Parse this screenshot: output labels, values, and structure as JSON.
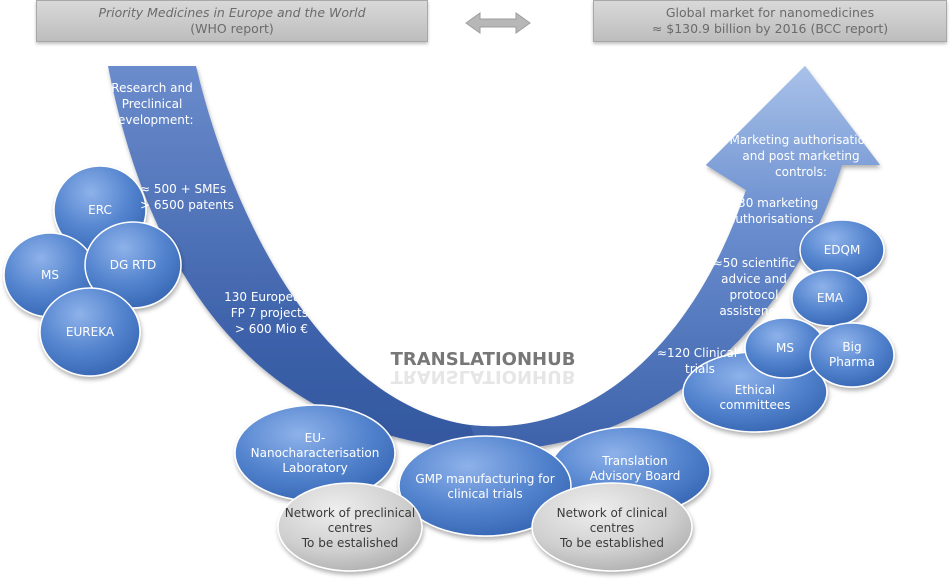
{
  "header_left": {
    "line1": "Priority Medicines in Europe and the World",
    "line2": "(WHO report)"
  },
  "header_right": {
    "line1": "Global market for nanomedicines",
    "line2": "≈ $130.9 billion by 2016 (BCC report)"
  },
  "left_arrow": {
    "research": [
      "Research and",
      "Preclinical",
      "development:"
    ],
    "smes": [
      "≈ 500 + SMEs",
      "> 6500 patents"
    ],
    "fp7": [
      "130 European",
      "FP 7 projects",
      "> 600 Mio €"
    ]
  },
  "right_arrow": {
    "marketing": [
      "Marketing authorisation",
      "and post marketing",
      "controls:"
    ],
    "authorisations": [
      ">30 marketing",
      "authorisations"
    ],
    "advice": [
      "≈50 scientific",
      "advice and",
      "protocol",
      "assistences"
    ],
    "trials": [
      "≈120 Clinical",
      "trials"
    ]
  },
  "hub_title": "TRANSLATIONHUB",
  "left_bubbles": {
    "erc": "ERC",
    "ms": "MS",
    "dg_rtd": "DG RTD",
    "eureka": "EUREKA"
  },
  "right_bubbles": {
    "edqm": "EDQM",
    "ema": "EMA",
    "ms": "MS",
    "big_pharma": [
      "Big",
      "Pharma"
    ],
    "ethical": [
      "Ethical",
      "committees"
    ]
  },
  "bottom_bubbles": {
    "eu_ncl": [
      "EU-",
      "Nanocharacterisation",
      "Laboratory"
    ],
    "gmp": [
      "GMP manufacturing for",
      "clinical trials"
    ],
    "advisory": [
      "Translation",
      "Advisory Board"
    ]
  },
  "grey_bubbles": {
    "preclinical": [
      "Network of preclinical",
      "centres",
      "To be estalished"
    ],
    "clinical": [
      "Network of clinical",
      "centres",
      "To be established"
    ]
  },
  "colors": {
    "arrow_top": "#6f8fcc",
    "arrow_bottom": "#2f4f93",
    "bubble": "#4f7fc8",
    "grey": "#c9c9c9"
  }
}
